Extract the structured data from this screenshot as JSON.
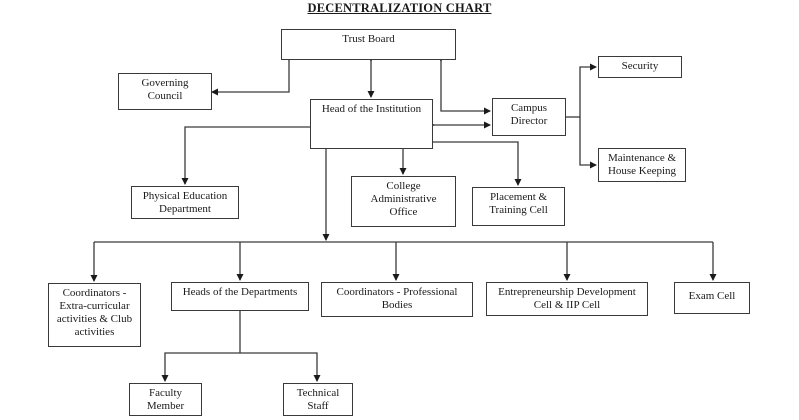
{
  "title": "DECENTRALIZATION CHART",
  "nodes": {
    "trust_board": "Trust Board",
    "governing_council": "Governing Council",
    "head_institution": "Head of the Institution",
    "campus_director": "Campus Director",
    "security": "Security",
    "maintenance": "Maintenance & House Keeping",
    "physical_education": "Physical Education Department",
    "college_admin": "College Administrative Office",
    "placement": "Placement & Training Cell",
    "coord_extra": "Coordinators - Extra-curricular activities & Club activities",
    "heads_departments": "Heads of the Departments",
    "coord_professional": "Coordinators - Professional Bodies",
    "entrepreneurship": "Entrepreneurship Development Cell & IIP Cell",
    "exam_cell": "Exam Cell",
    "faculty": "Faculty Member",
    "technical_staff": "Technical Staff"
  },
  "edges": [
    {
      "from": "governing_council",
      "to": "trust_board",
      "type": "bidirectional"
    },
    {
      "from": "head_institution",
      "to": "trust_board",
      "type": "bidirectional"
    },
    {
      "from": "campus_director",
      "to": "trust_board",
      "type": "bidirectional"
    },
    {
      "from": "head_institution",
      "to": "campus_director",
      "type": "bidirectional"
    },
    {
      "from": "campus_director",
      "to": "security",
      "type": "directed"
    },
    {
      "from": "campus_director",
      "to": "maintenance",
      "type": "directed"
    },
    {
      "from": "head_institution",
      "to": "physical_education",
      "type": "directed"
    },
    {
      "from": "head_institution",
      "to": "college_admin",
      "type": "directed"
    },
    {
      "from": "head_institution",
      "to": "placement",
      "type": "directed"
    },
    {
      "from": "head_institution",
      "to": "coord_extra",
      "type": "directed"
    },
    {
      "from": "head_institution",
      "to": "heads_departments",
      "type": "directed"
    },
    {
      "from": "head_institution",
      "to": "coord_professional",
      "type": "directed"
    },
    {
      "from": "head_institution",
      "to": "entrepreneurship",
      "type": "directed"
    },
    {
      "from": "head_institution",
      "to": "exam_cell",
      "type": "directed"
    },
    {
      "from": "heads_departments",
      "to": "faculty",
      "type": "directed"
    },
    {
      "from": "heads_departments",
      "to": "technical_staff",
      "type": "directed"
    }
  ],
  "lines": {
    "trust_board": [
      "Trust Board"
    ],
    "governing_council": [
      "Governing",
      "Council"
    ],
    "head_institution": [
      "Head of the Institution"
    ],
    "campus_director": [
      "Campus",
      "Director"
    ],
    "security": [
      "Security"
    ],
    "maintenance": [
      "Maintenance &",
      "House Keeping"
    ],
    "physical_education": [
      "Physical Education",
      "Department"
    ],
    "college_admin": [
      "College",
      "Administrative",
      "Office"
    ],
    "placement": [
      "Placement &",
      "Training Cell"
    ],
    "coord_extra": [
      "Coordinators -",
      "Extra-curricular",
      "activities & Club",
      "activities"
    ],
    "heads_departments": [
      "Heads of the Departments"
    ],
    "coord_professional": [
      "Coordinators - Professional",
      "Bodies"
    ],
    "entrepreneurship": [
      "Entrepreneurship Development",
      "Cell & IIP Cell"
    ],
    "exam_cell": [
      "Exam Cell"
    ],
    "faculty": [
      "Faculty",
      "Member"
    ],
    "technical_staff": [
      "Technical",
      "Staff"
    ]
  }
}
